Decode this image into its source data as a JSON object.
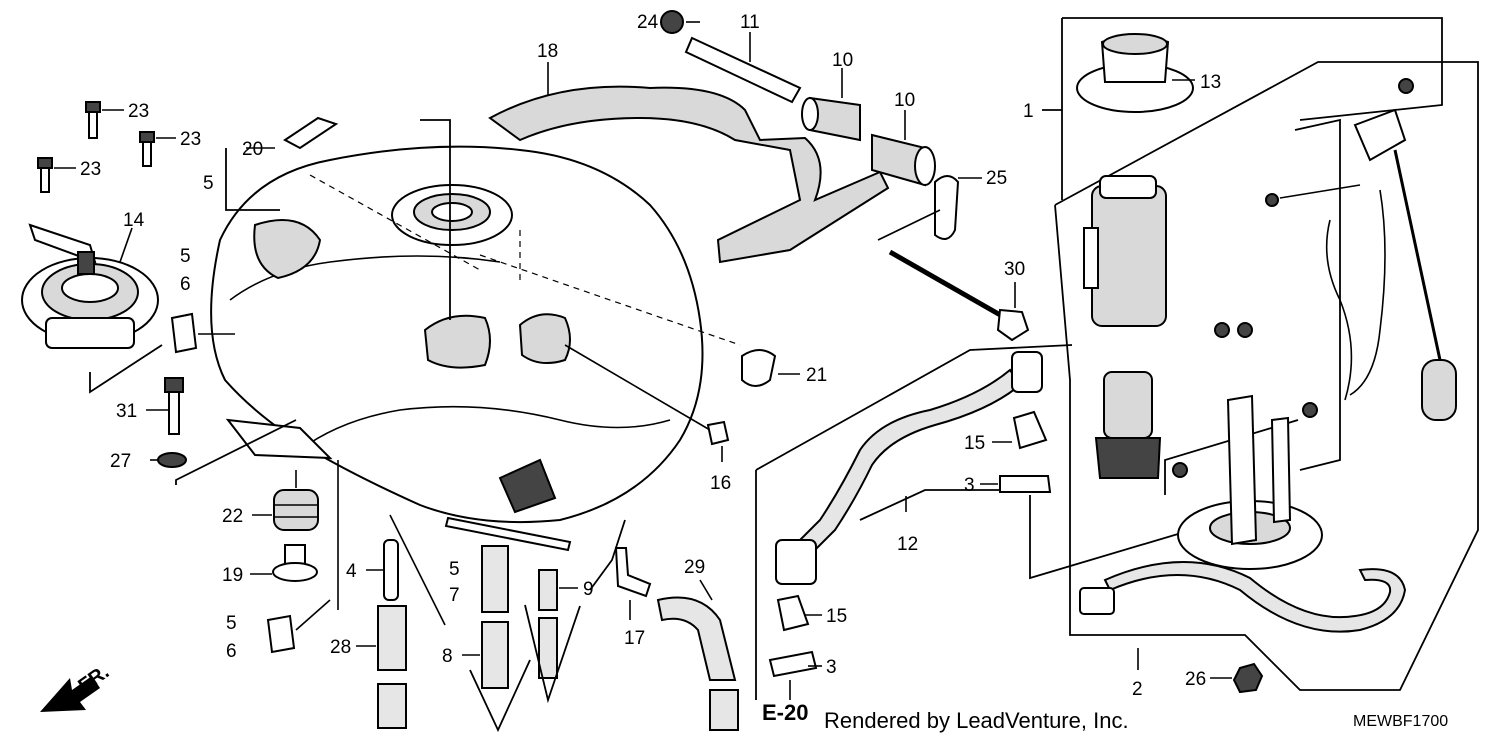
{
  "labels": [
    "1",
    "2",
    "3",
    "3",
    "4",
    "5",
    "5",
    "5",
    "5",
    "6",
    "6",
    "7",
    "8",
    "9",
    "10",
    "10",
    "11",
    "12",
    "13",
    "14",
    "15",
    "15",
    "16",
    "17",
    "18",
    "19",
    "20",
    "21",
    "22",
    "23",
    "23",
    "23",
    "24",
    "25",
    "26",
    "27",
    "28",
    "29",
    "30",
    "31"
  ],
  "reference": "E-20",
  "direction": "FR.",
  "credit": "Rendered by LeadVenture, Inc.",
  "diagram_code": "MEWBF1700"
}
